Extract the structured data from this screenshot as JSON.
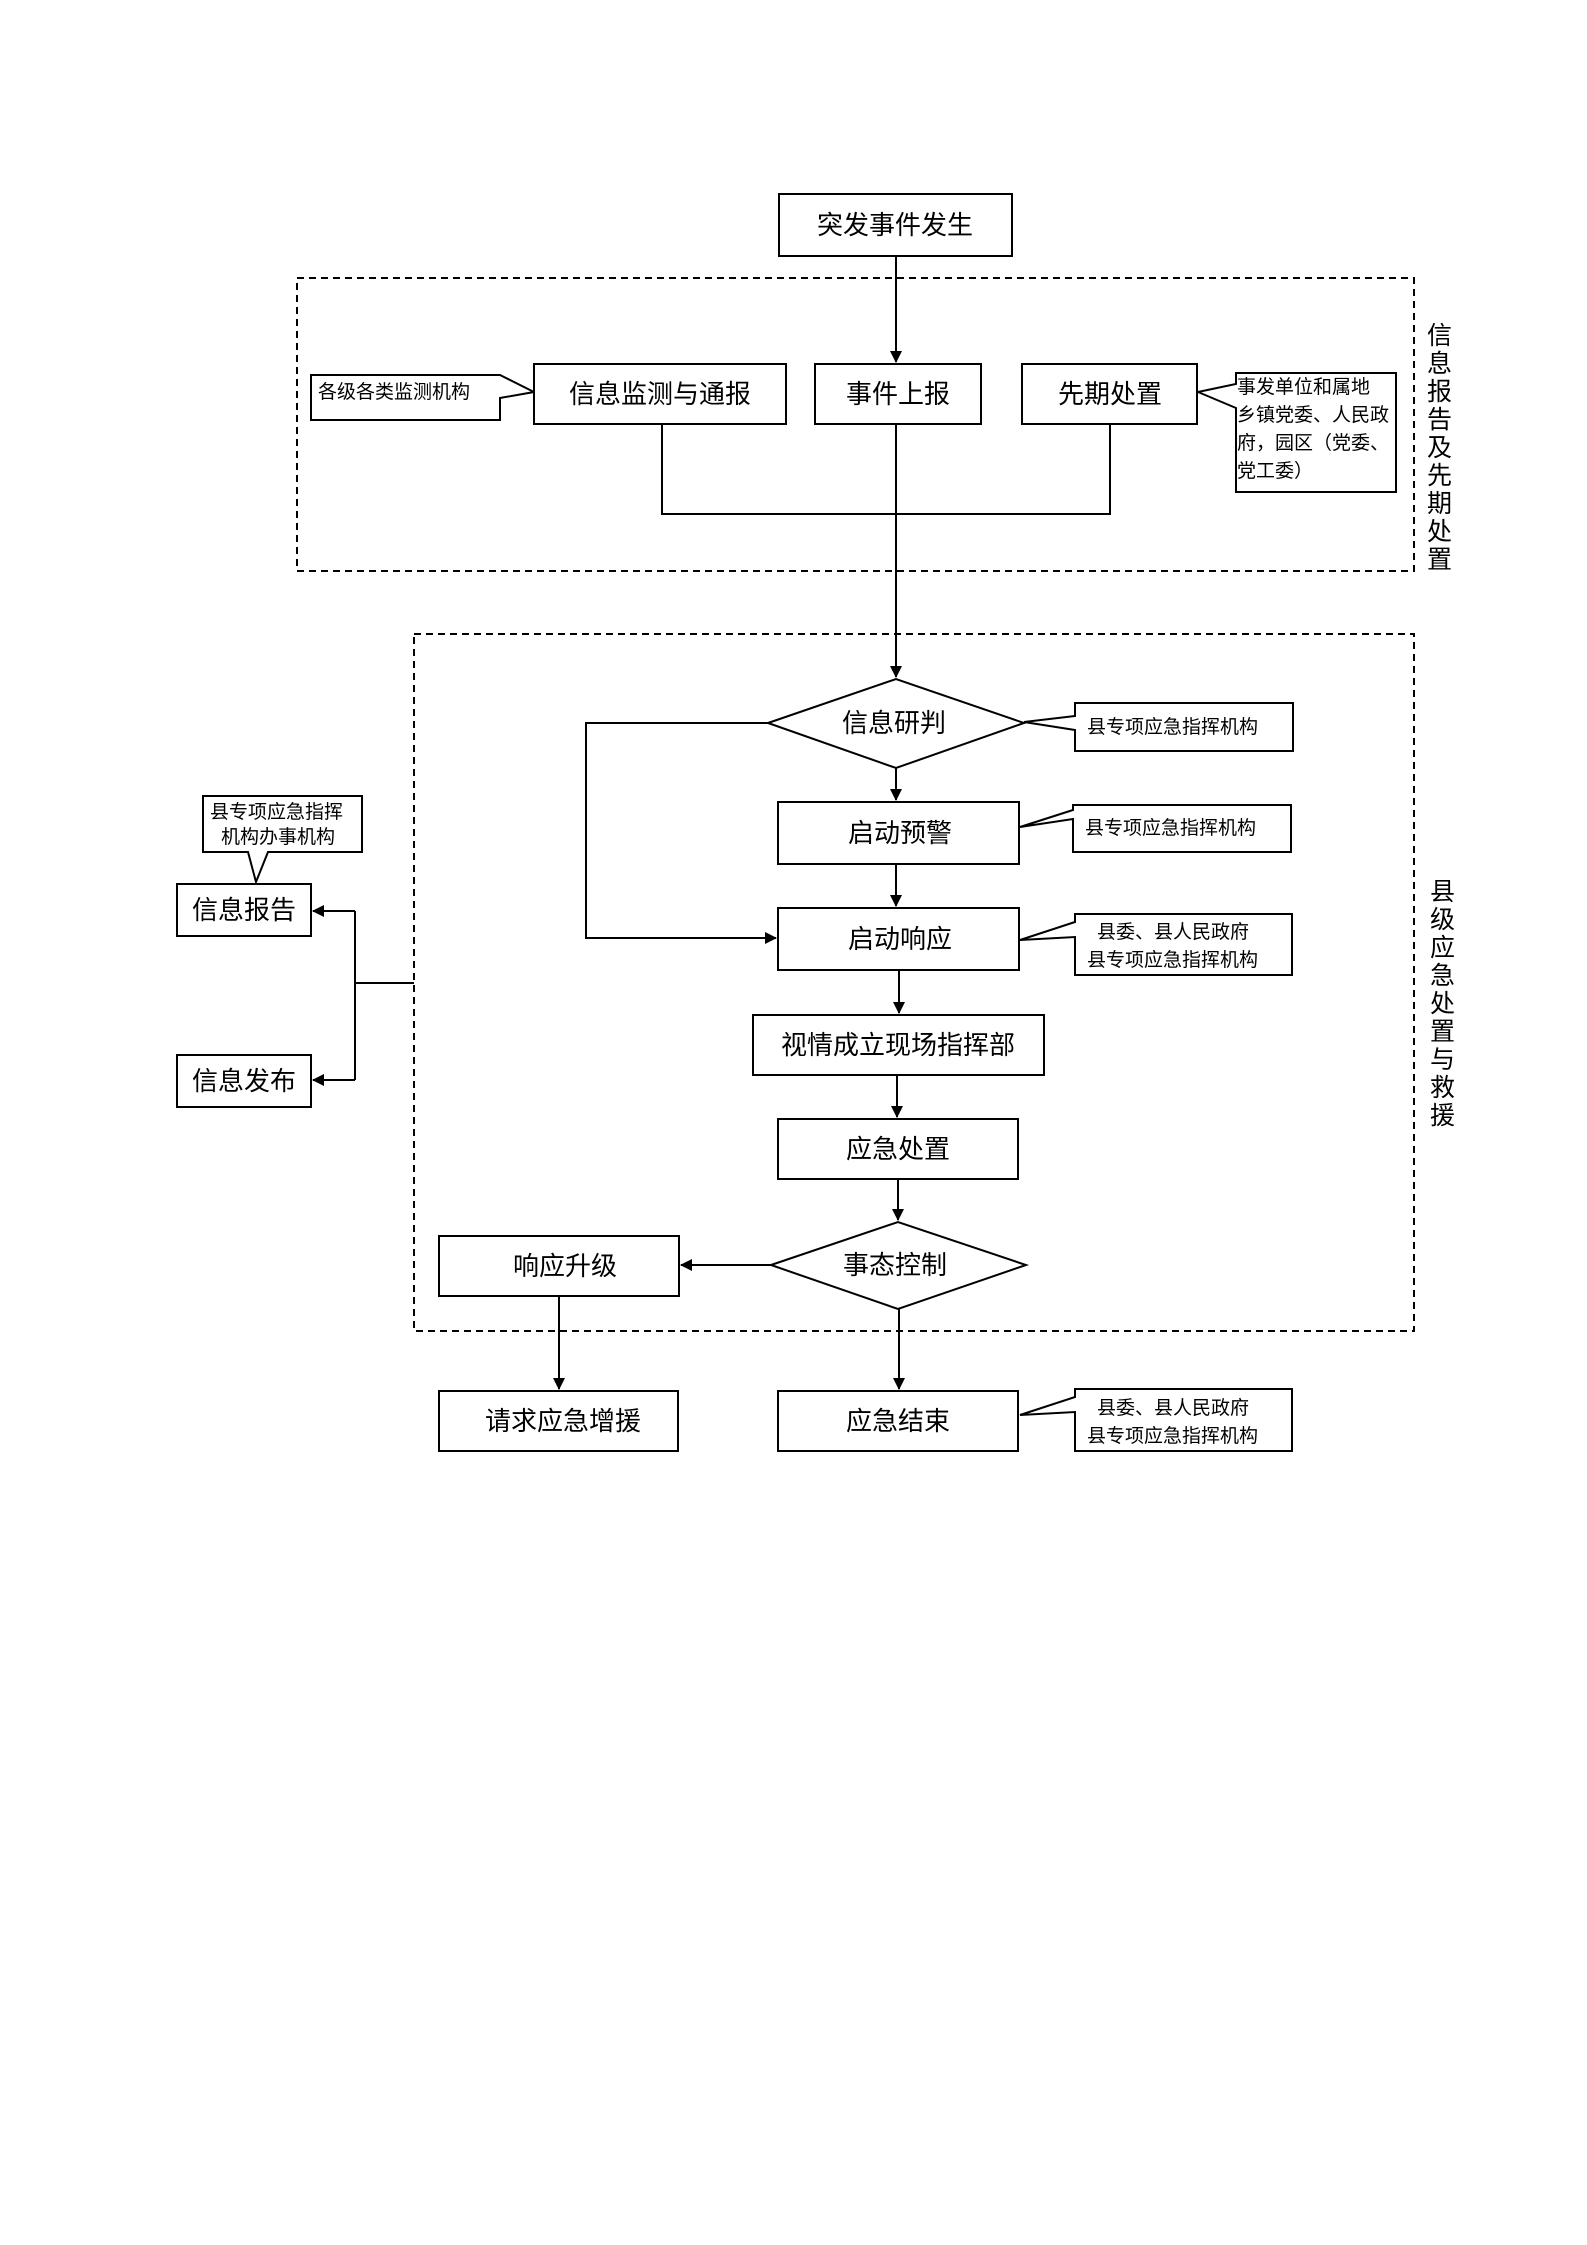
{
  "nodes": {
    "event_occurs": "突发事件发生",
    "info_monitor": "信息监测与通报",
    "event_report": "事件上报",
    "early_disposal": "先期处置",
    "info_judge": "信息研判",
    "start_warning": "启动预警",
    "start_response": "启动响应",
    "field_command": "视情成立现场指挥部",
    "emergency_disposal": "应急处置",
    "situation_control": "事态控制",
    "response_upgrade": "响应升级",
    "request_support": "请求应急增援",
    "emergency_end": "应急结束",
    "info_report": "信息报告",
    "info_release": "信息发布"
  },
  "notes": {
    "monitor_agencies": "各级各类监测机构",
    "early_disposal_units": [
      "事发单位和属地",
      "乡镇党委、人民政",
      "府，园区（党委、",
      "党工委）"
    ],
    "judge_agency": "县专项应急指挥机构",
    "warning_agency": "县专项应急指挥机构",
    "response_agencies": [
      "县委、县人民政府",
      "县专项应急指挥机构"
    ],
    "report_office": [
      "县专项应急指挥",
      "机构办事机构"
    ],
    "end_agencies": [
      "县委、县人民政府",
      "县专项应急指挥机构"
    ]
  },
  "sections": {
    "section1": "信息报告及先期处置",
    "section2": "县级应急处置与救援"
  }
}
